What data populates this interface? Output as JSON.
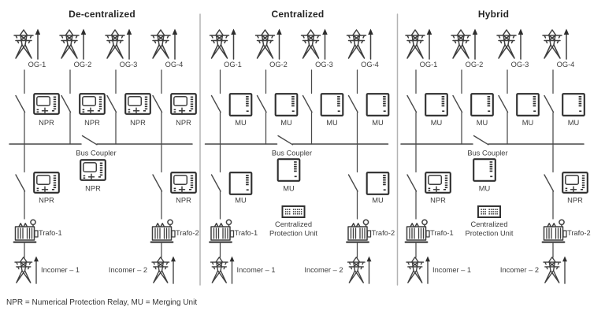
{
  "colors": {
    "line": "#4a4a4a",
    "divider": "#b3b3b3",
    "text": "#3c3c3c"
  },
  "footer": {
    "legend": "NPR = Numerical Protection Relay, MU = Merging Unit"
  },
  "panels": [
    {
      "title": "De-centralized",
      "feeders": [
        {
          "name": "OG-1",
          "device": "NPR"
        },
        {
          "name": "OG-2",
          "device": "NPR"
        },
        {
          "name": "OG-3",
          "device": "NPR"
        },
        {
          "name": "OG-4",
          "device": "NPR"
        }
      ],
      "bus_coupler": {
        "label": "Bus Coupler",
        "device": "NPR"
      },
      "transformers": [
        {
          "device": "NPR",
          "trafo": "Trafo-1",
          "incomer": "Incomer – 1"
        },
        {
          "device": "NPR",
          "trafo": "Trafo-2",
          "incomer": "Incomer – 2"
        }
      ]
    },
    {
      "title": "Centralized",
      "feeders": [
        {
          "name": "OG-1",
          "device": "MU"
        },
        {
          "name": "OG-2",
          "device": "MU"
        },
        {
          "name": "OG-3",
          "device": "MU"
        },
        {
          "name": "OG-4",
          "device": "MU"
        }
      ],
      "bus_coupler": {
        "label": "Bus Coupler",
        "device": "MU"
      },
      "central_unit": {
        "line1": "Centralized",
        "line2": "Protection Unit"
      },
      "transformers": [
        {
          "device": "MU",
          "trafo": "Trafo-1",
          "incomer": "Incomer – 1"
        },
        {
          "device": "MU",
          "trafo": "Trafo-2",
          "incomer": "Incomer – 2"
        }
      ]
    },
    {
      "title": "Hybrid",
      "feeders": [
        {
          "name": "OG-1",
          "device": "MU"
        },
        {
          "name": "OG-2",
          "device": "MU"
        },
        {
          "name": "OG-3",
          "device": "MU"
        },
        {
          "name": "OG-4",
          "device": "MU"
        }
      ],
      "bus_coupler": {
        "label": "Bus Coupler",
        "device": "MU"
      },
      "central_unit": {
        "line1": "Centralized",
        "line2": "Protection Unit"
      },
      "transformers": [
        {
          "device": "NPR",
          "trafo": "Trafo-1",
          "incomer": "Incomer – 1"
        },
        {
          "device": "NPR",
          "trafo": "Trafo-2",
          "incomer": "Incomer – 2"
        }
      ]
    }
  ]
}
